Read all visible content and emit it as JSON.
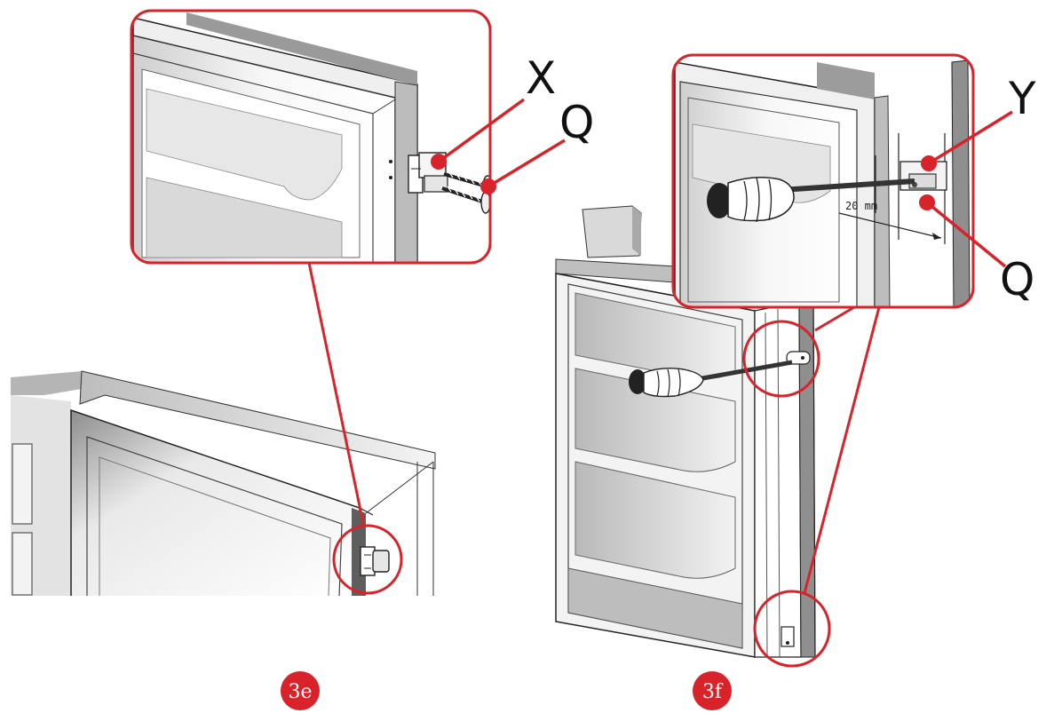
{
  "figures": [
    {
      "id": "3e",
      "badge": "3e",
      "callouts": [
        {
          "letter": "X"
        },
        {
          "letter": "Q"
        }
      ]
    },
    {
      "id": "3f",
      "badge": "3f",
      "callouts": [
        {
          "letter": "Y"
        },
        {
          "letter": "Q"
        }
      ],
      "dimension_label": "20 mm"
    }
  ],
  "colors": {
    "accent_red": "#d8232a",
    "line": "#222222",
    "panel_gray_light": "#f1f1f1",
    "panel_gray_dark": "#9a9a9a"
  },
  "icons": [
    "screwdriver-icon",
    "hand-icon",
    "hinge-bracket-icon",
    "screw-icon"
  ]
}
